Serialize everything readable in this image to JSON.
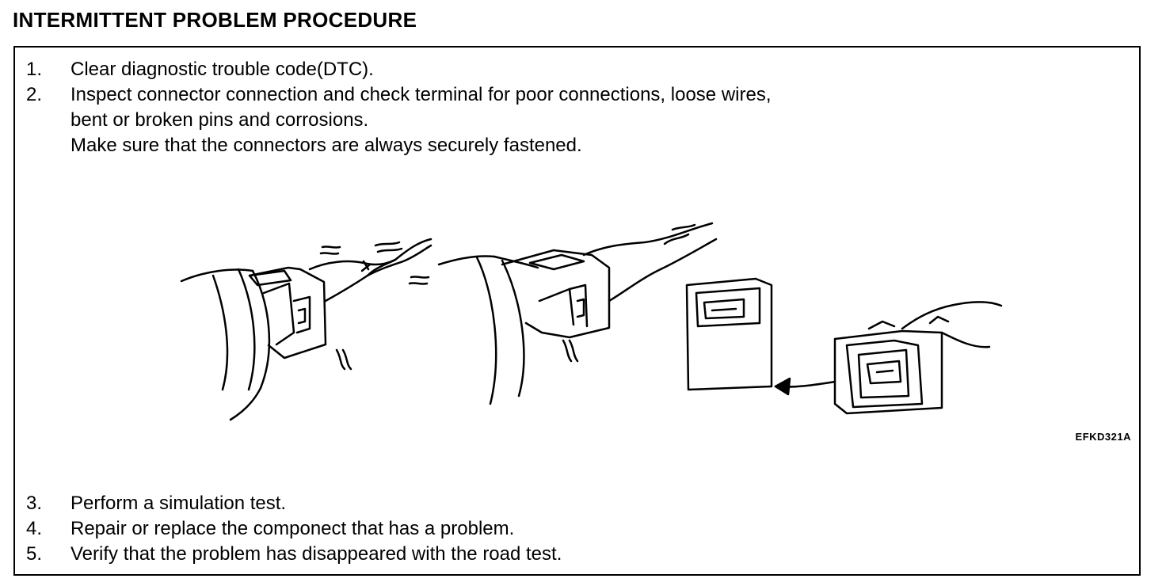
{
  "title": "INTERMITTENT PROBLEM PROCEDURE",
  "steps_top": [
    {
      "num": "1.",
      "text": "Clear diagnostic trouble code(DTC)."
    },
    {
      "num": "2.",
      "text": "Inspect connector connection and check terminal for poor connections, loose wires,"
    }
  ],
  "step2_continuation": [
    "bent or broken pins and corrosions.",
    "Make sure that the connectors are always securely fastened."
  ],
  "figure_code": "EFKD321A",
  "steps_bottom": [
    {
      "num": "3.",
      "text": "Perform a simulation test."
    },
    {
      "num": "4.",
      "text": "Repair or replace the componect that has a problem."
    },
    {
      "num": "5.",
      "text": "Verify that the problem has disappeared with the road test."
    }
  ]
}
